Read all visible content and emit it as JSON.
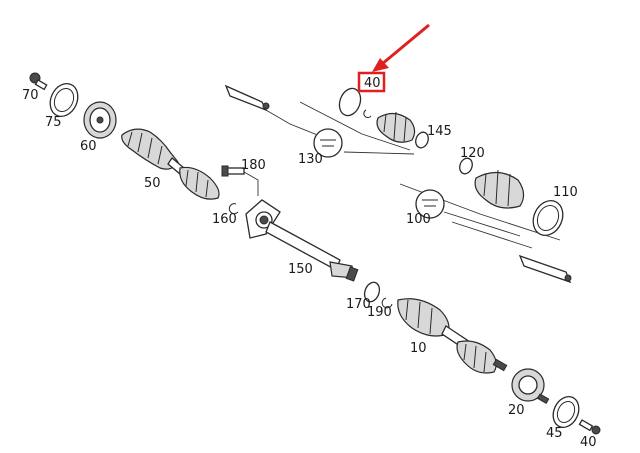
{
  "labels": {
    "p70": "70",
    "p75": "75",
    "p60": "60",
    "p50": "50",
    "p180": "180",
    "p160": "160",
    "p150": "150",
    "p170": "170",
    "p190": "190",
    "p10": "10",
    "p20": "20",
    "p45": "45",
    "p40_bottom": "40",
    "p40_highlighted": "40",
    "p145": "145",
    "p130": "130",
    "p120": "120",
    "p110": "110",
    "p100": "100"
  },
  "colors": {
    "highlight": "#e02020",
    "arrow": "#e02020",
    "line": "#2a2a2a"
  },
  "icons": {
    "arrow": "red-pointer-arrow"
  }
}
